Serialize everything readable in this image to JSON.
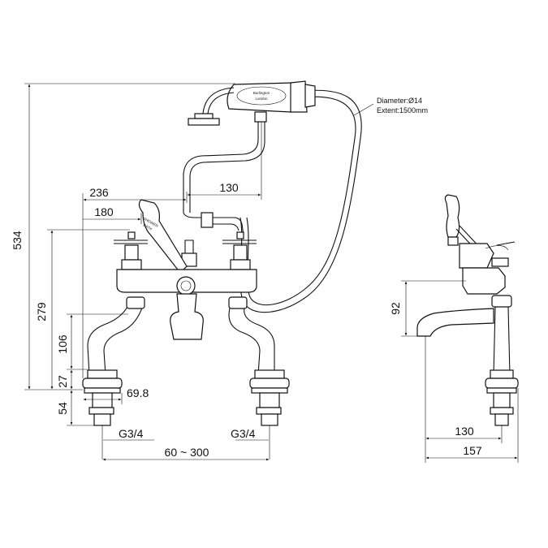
{
  "drawing": {
    "hose_note": {
      "diameter": "Diameter:Ø14",
      "extent": "Extent:1500mm"
    },
    "handset_text": {
      "brand": "Burlington",
      "city": "London"
    },
    "lever_text": [
      "SHOWER",
      "BATH"
    ],
    "dimensions": {
      "overall_height": "534",
      "body_height": "279",
      "leg_height": "106",
      "flange_height": "27",
      "shank_length": "54",
      "width_236": "236",
      "width_180": "180",
      "hose_offset": "130",
      "flange_diameter": "69.8",
      "thread_left": "G3/4",
      "thread_right": "G3/4",
      "centres": "60 ~ 300",
      "spout_height": "92",
      "spout_reach": "130",
      "overall_depth": "157"
    }
  }
}
